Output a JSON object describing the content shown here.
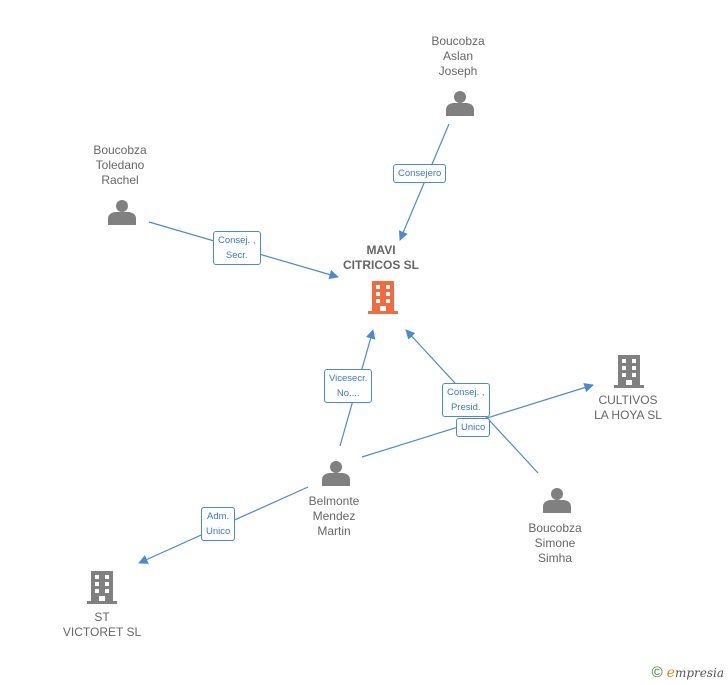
{
  "colors": {
    "edge": "#4a8ad4",
    "person_icon": "#808080",
    "company_icon": "#808080",
    "center_company_icon": "#f26a3d"
  },
  "nodes": {
    "center": {
      "lines": [
        "MAVI",
        "CITRICOS  SL"
      ],
      "icon": "building-icon"
    },
    "aslan": {
      "lines": [
        "Boucobza",
        "Aslan",
        "Joseph"
      ],
      "icon": "person-icon"
    },
    "rachel": {
      "lines": [
        "Boucobza",
        "Toledano",
        "Rachel"
      ],
      "icon": "person-icon"
    },
    "cultivos": {
      "lines": [
        "CULTIVOS",
        "LA HOYA  SL"
      ],
      "icon": "building-icon"
    },
    "belmonte": {
      "lines": [
        "Belmonte",
        "Mendez",
        "Martin"
      ],
      "icon": "person-icon"
    },
    "simone": {
      "lines": [
        "Boucobza",
        "Simone",
        "Simha"
      ],
      "icon": "person-icon"
    },
    "victoret": {
      "lines": [
        "ST",
        "VICTORET SL"
      ],
      "icon": "building-icon"
    }
  },
  "edges": [
    {
      "from": "aslan",
      "to": "center",
      "lines": [
        "Consejero"
      ]
    },
    {
      "from": "rachel",
      "to": "center",
      "lines": [
        "Consej. ,",
        "Secr."
      ]
    },
    {
      "from": "belmonte",
      "to": "center",
      "lines": [
        "Vicesecr.",
        "No...."
      ]
    },
    {
      "from": "simone",
      "to": "center",
      "lines": [
        "Consej. ,",
        "Presid."
      ]
    },
    {
      "from": "belmonte",
      "to": "cultivos",
      "lines": [
        "Unico"
      ]
    },
    {
      "from": "belmonte",
      "to": "victoret",
      "lines": [
        "Adm.",
        "Unico"
      ]
    }
  ],
  "branding": {
    "copyright": "©",
    "logo_initial": "e",
    "logo_rest": "mpresia"
  }
}
